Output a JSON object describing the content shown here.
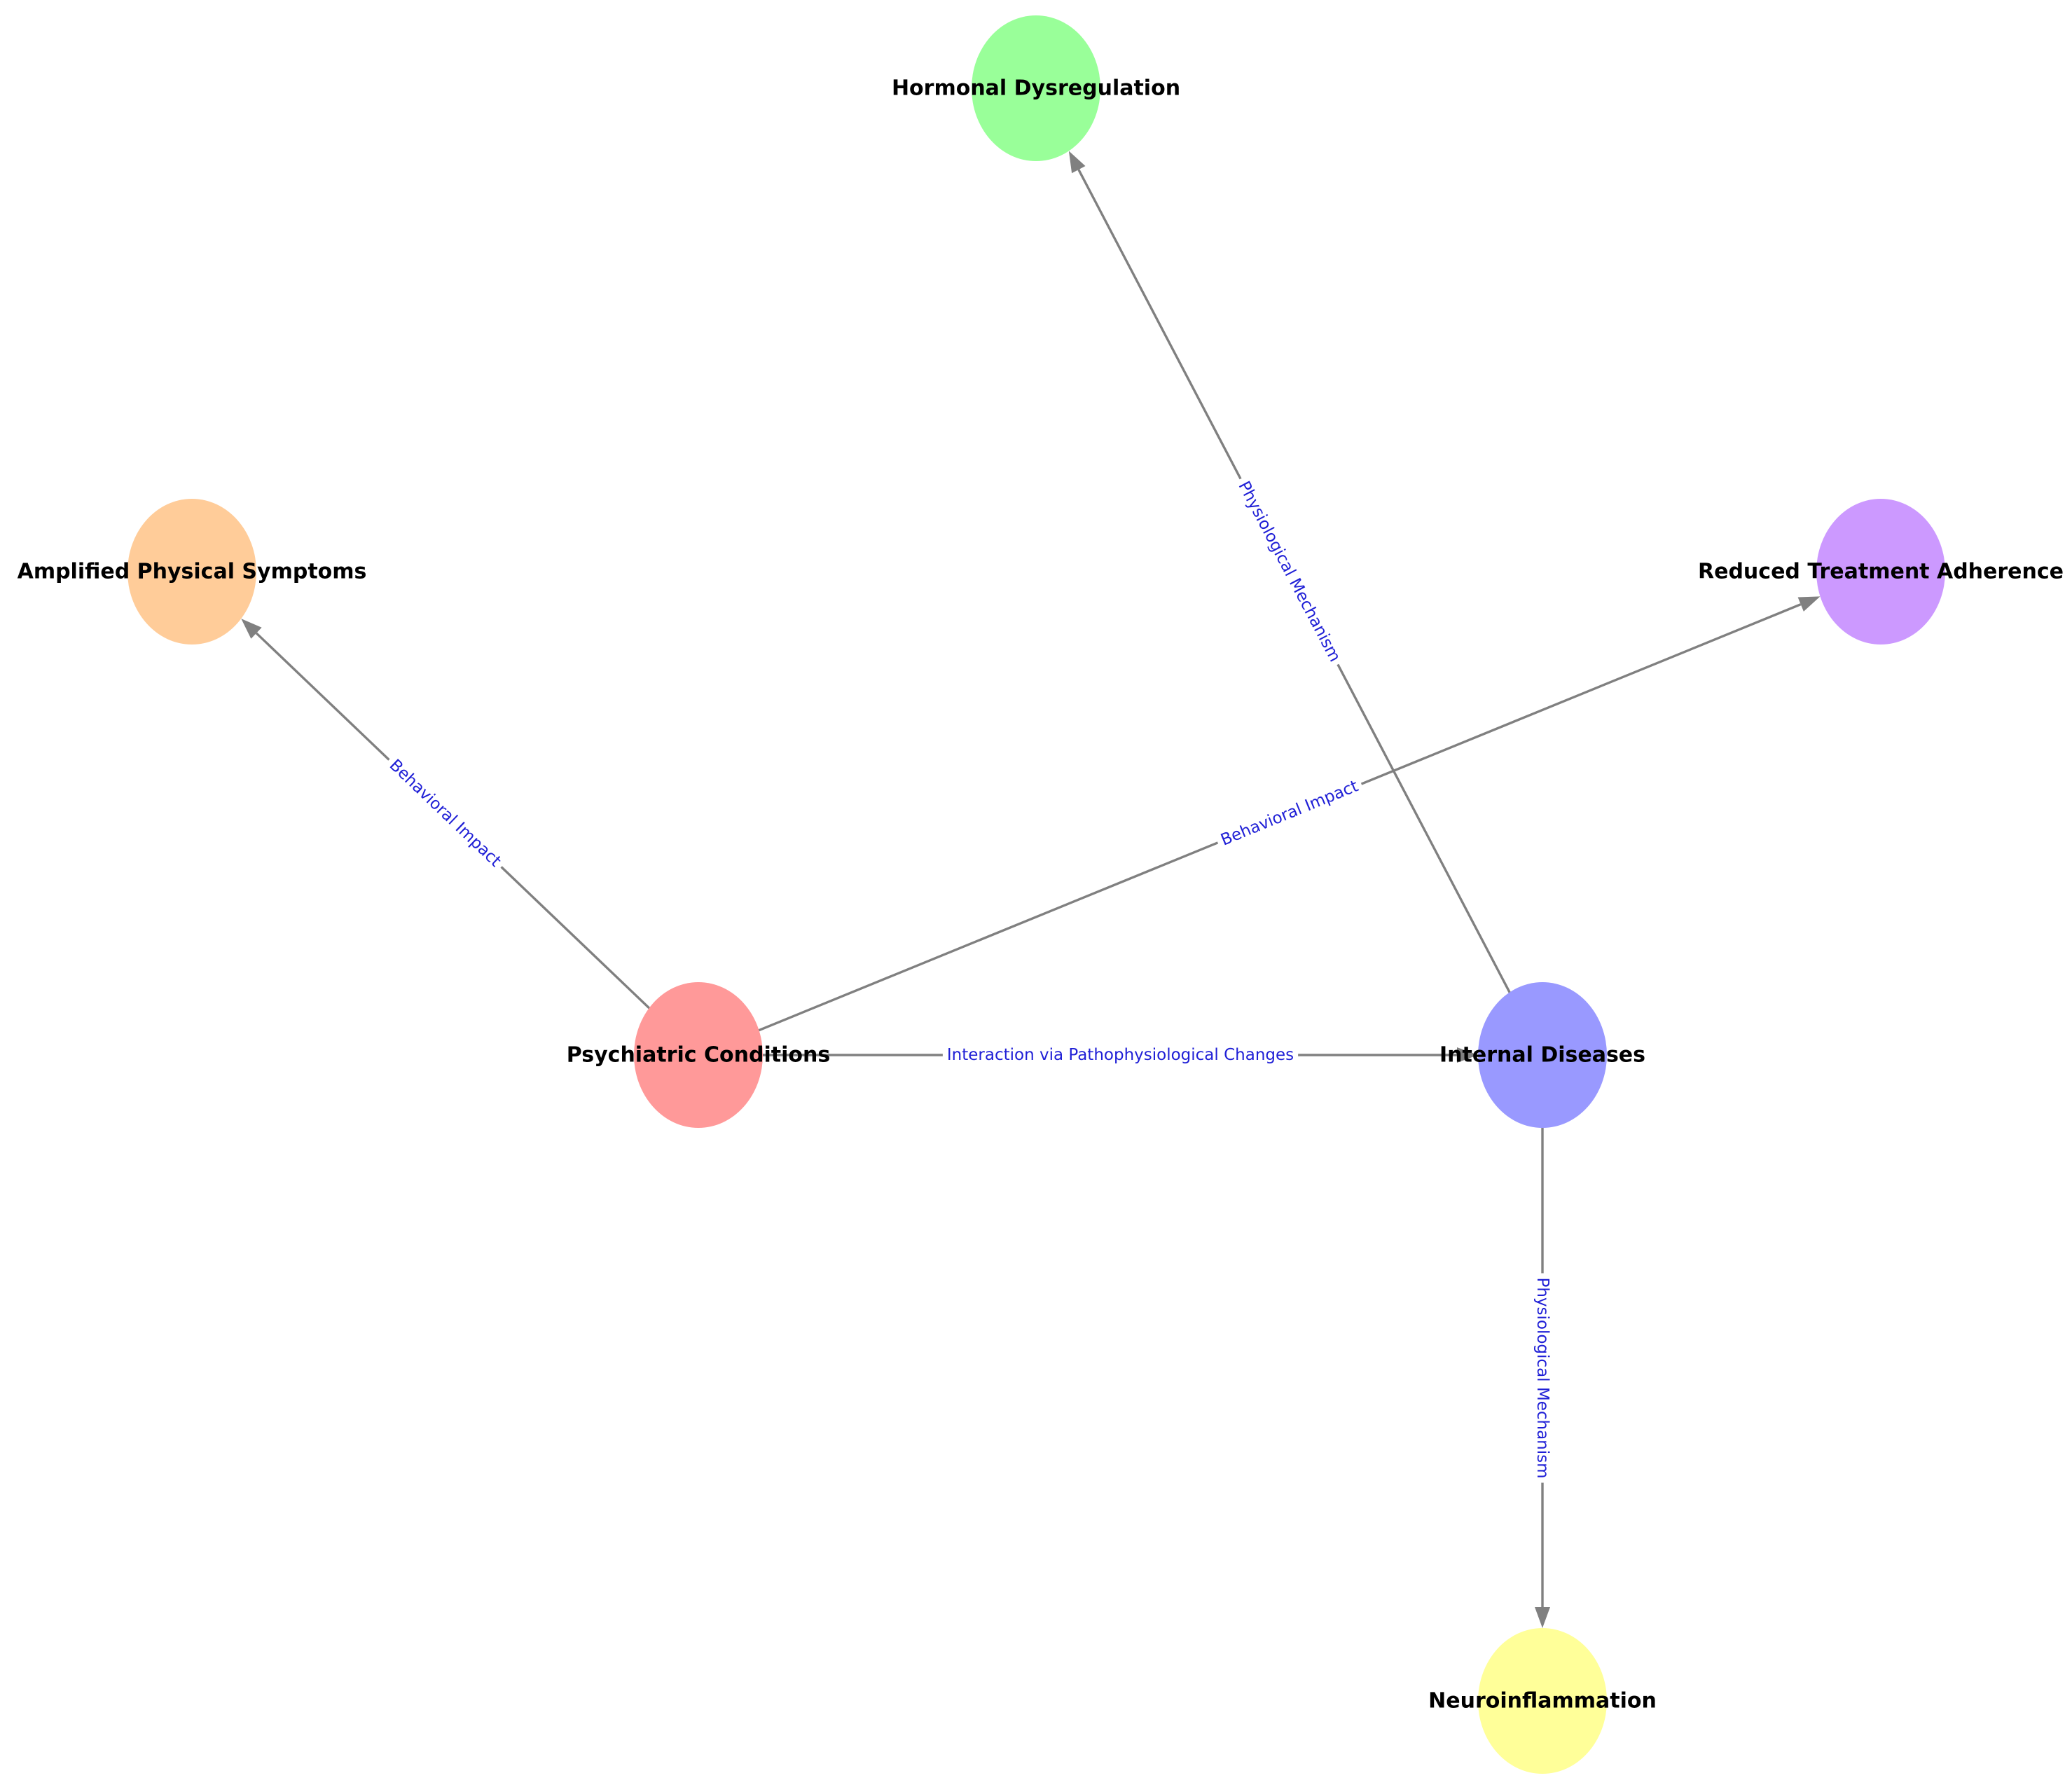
{
  "diagram": {
    "nodes": [
      {
        "id": "hormonal",
        "label": "Hormonal Dysregulation",
        "color": "#99ff99"
      },
      {
        "id": "amplified",
        "label": "Amplified Physical Symptoms",
        "color": "#ffcc99"
      },
      {
        "id": "reduced",
        "label": "Reduced Treatment Adherence",
        "color": "#cc99ff"
      },
      {
        "id": "psychiatric",
        "label": "Psychiatric Conditions",
        "color": "#ff9999"
      },
      {
        "id": "internal",
        "label": "Internal Diseases",
        "color": "#9999ff"
      },
      {
        "id": "neuro",
        "label": "Neuroinflammation",
        "color": "#ffff99"
      }
    ],
    "edges": [
      {
        "from": "psychiatric",
        "to": "internal",
        "label": "Interaction via Pathophysiological Changes"
      },
      {
        "from": "psychiatric",
        "to": "amplified",
        "label": "Behavioral Impact"
      },
      {
        "from": "psychiatric",
        "to": "reduced",
        "label": "Behavioral Impact"
      },
      {
        "from": "internal",
        "to": "hormonal",
        "label": "Physiological Mechanism"
      },
      {
        "from": "internal",
        "to": "neuro",
        "label": "Physiological Mechanism"
      }
    ]
  }
}
